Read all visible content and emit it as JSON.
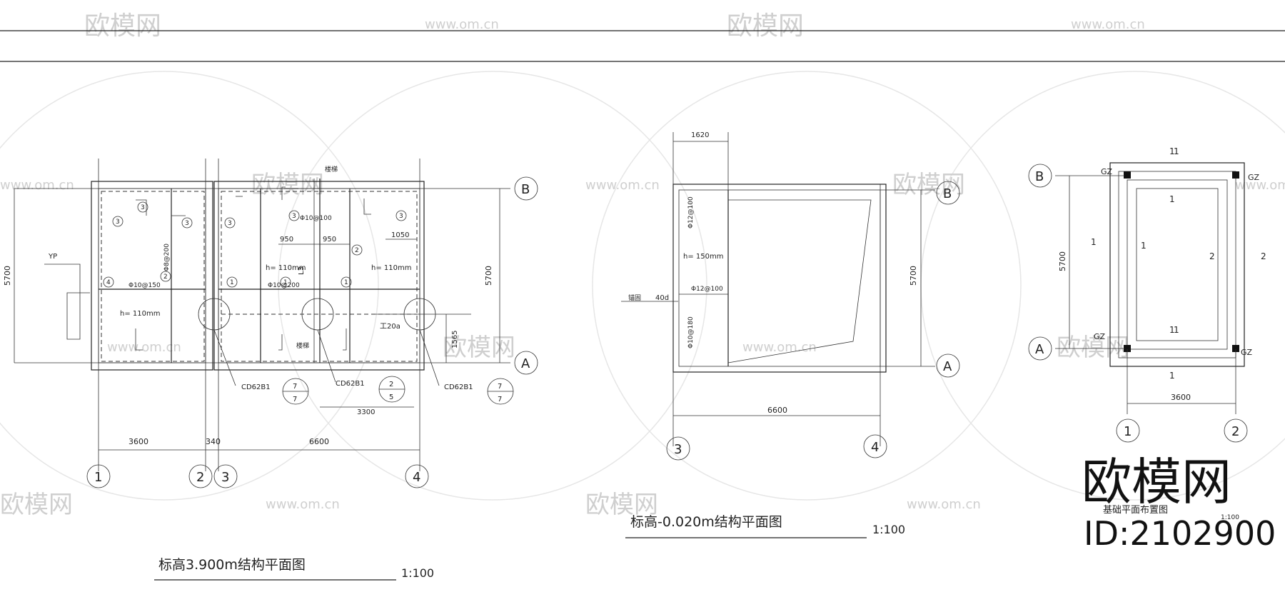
{
  "watermark": {
    "brand": "欧模网",
    "url": "www.om.cn",
    "big_brand": "欧模网",
    "id_text": "ID:2102900"
  },
  "plan_left": {
    "title": "标高3.900m结构平面图",
    "scale": "1:100",
    "axes": {
      "n1": "1",
      "n2": "2",
      "n3": "3",
      "n4": "4",
      "a": "A",
      "b": "B"
    },
    "dims": {
      "span1": "3600",
      "gap": "340",
      "span2": "6600",
      "height_left": "5700",
      "height_right": "5700",
      "d950a": "950",
      "d950b": "950",
      "d1050": "1050",
      "d3300": "3300",
      "d1565": "1565"
    },
    "labels": {
      "yp": "YP",
      "h1": "h= 110mm",
      "h2": "h= 110mm",
      "h3": "h= 110mm",
      "rebar1": "Φ10@150",
      "rebar2": "Φ8@200",
      "rebar3": "Φ10@200",
      "rebar4": "Φ10@100",
      "l3": "L3",
      "beam": "工20a",
      "stair1": "楼梯",
      "stair2": "楼梯",
      "c1": "1",
      "c2": "1",
      "c3": "1",
      "c4": "2",
      "c5": "3",
      "c6": "3",
      "c7": "3",
      "c8": "3",
      "c9": "4",
      "c10": "2",
      "c11": "3",
      "c12": "3"
    },
    "details": [
      {
        "code": "CD62B1",
        "top": "7",
        "bottom": "7"
      },
      {
        "code": "CD62B1",
        "top": "2",
        "bottom": "5"
      },
      {
        "code": "CD62B1",
        "top": "7",
        "bottom": "7"
      }
    ]
  },
  "plan_mid": {
    "title": "标高-0.020m结构平面图",
    "scale": "1:100",
    "axes": {
      "n3": "3",
      "n4": "4",
      "a": "A",
      "b": "B"
    },
    "dims": {
      "top": "1620",
      "bottom": "6600",
      "height": "5700"
    },
    "labels": {
      "r1": "Φ12@100",
      "h": "h= 150mm",
      "r2": "Φ12@100",
      "r3": "Φ10@180",
      "anchor": "40d",
      "anchor_note": "锚固"
    }
  },
  "plan_right": {
    "title": "基础平面布置图",
    "scale": "1:100",
    "axes": {
      "n1": "1",
      "n2": "2",
      "a": "A",
      "b": "B"
    },
    "dims": {
      "height": "5700",
      "width": "3600"
    },
    "labels": {
      "gz1": "GZ",
      "gz2": "GZ",
      "gz3": "GZ",
      "gz4": "GZ",
      "s1": "1",
      "s2": "1",
      "s3": "1",
      "s4": "1",
      "s5": "1",
      "s6": "2",
      "s7": "2",
      "s8": "1",
      "s9": "1",
      "s10": "1"
    }
  }
}
